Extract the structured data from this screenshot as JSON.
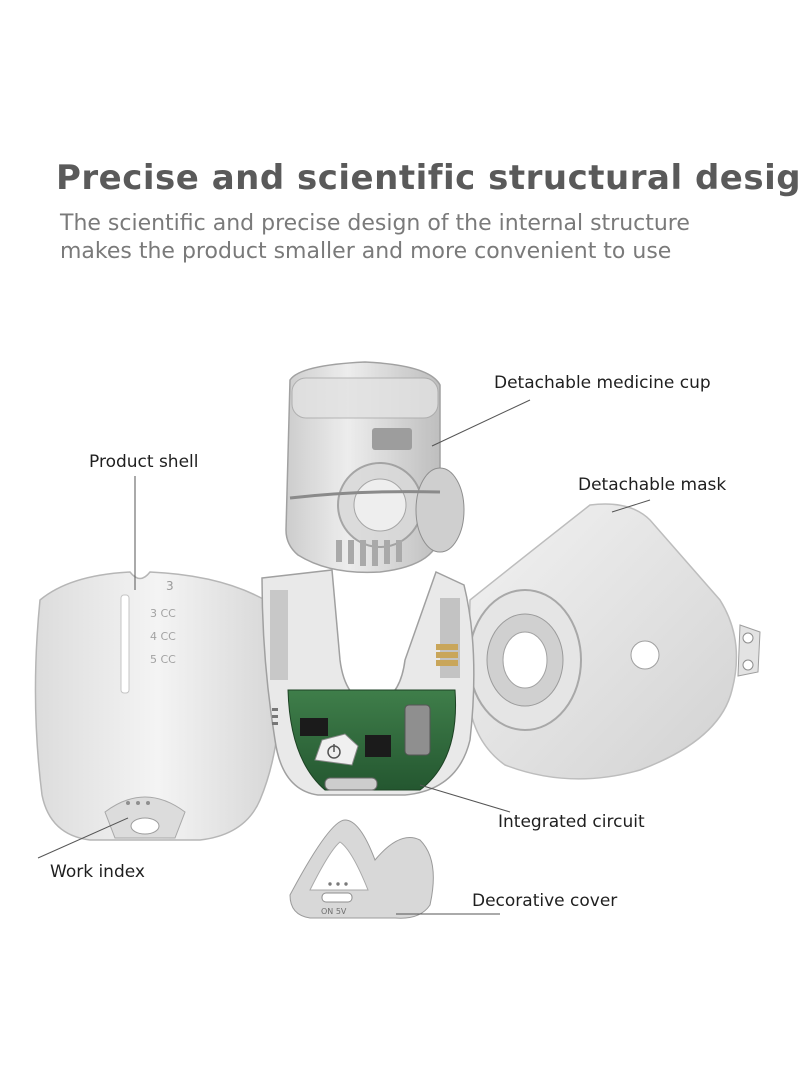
{
  "heading": {
    "title": "Precise and scientific structural design",
    "description": "The scientific and precise design of the internal structure makes the product smaller and more convenient to use"
  },
  "callouts": {
    "medicine_cup": "Detachable medicine cup",
    "product_shell": "Product shell",
    "mask": "Detachable mask",
    "integrated_circuit": "Integrated circuit",
    "work_index": "Work index",
    "decorative_cover": "Decorative cover"
  },
  "cover_marking": "ON 5V",
  "shell_indicators": [
    "3",
    "4",
    "5"
  ],
  "colors": {
    "title": "#5a5a5a",
    "subtitle": "#7a7a7a",
    "pcb": "#2f6b3c",
    "shell": "#e8e8e8"
  }
}
